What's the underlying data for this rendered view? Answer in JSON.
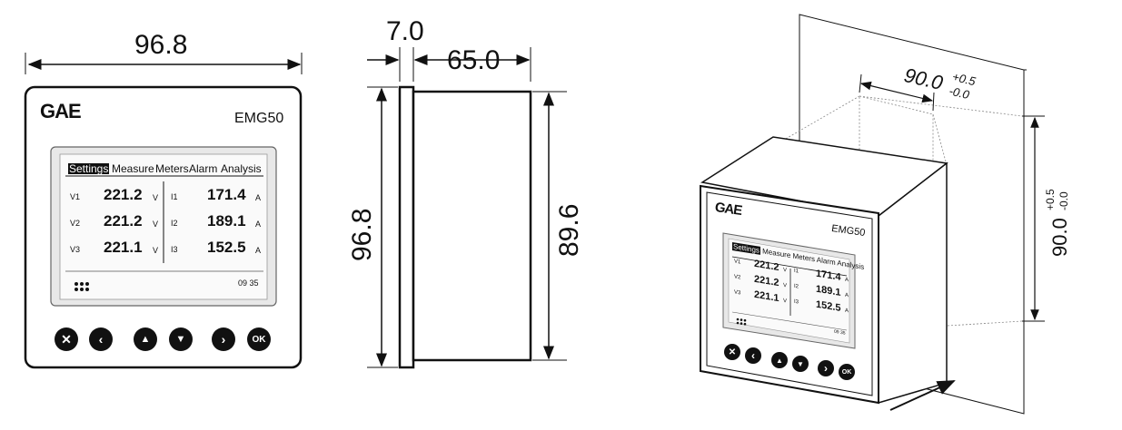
{
  "front_view": {
    "width_dim": "96.8",
    "brand": "GAE",
    "model": "EMG50",
    "tabs": [
      "Settings",
      "Measure",
      "Meters",
      "Alarm",
      "Analysis"
    ],
    "active_tab": "Settings",
    "rows": [
      {
        "vlabel": "V1",
        "volt": "221.2",
        "vunit": "V",
        "ilabel": "I1",
        "curr": "171.4",
        "iunit": "A"
      },
      {
        "vlabel": "V2",
        "volt": "221.2",
        "vunit": "V",
        "ilabel": "I2",
        "curr": "189.1",
        "iunit": "A"
      },
      {
        "vlabel": "V3",
        "volt": "221.1",
        "vunit": "V",
        "ilabel": "I3",
        "curr": "152.5",
        "iunit": "A"
      }
    ],
    "time": "09 35",
    "buttons": [
      "close",
      "left",
      "up",
      "down",
      "right",
      "ok"
    ],
    "ok_label": "OK"
  },
  "side_view": {
    "front_thickness": "7.0",
    "depth": "65.0",
    "height": "96.8",
    "body_height": "89.6"
  },
  "panel_cutout": {
    "width": "90.0",
    "width_tol_plus": "+0.5",
    "width_tol_minus": "-0.0",
    "height": "90.0",
    "height_tol_plus": "+0.5",
    "height_tol_minus": "-0.0"
  }
}
